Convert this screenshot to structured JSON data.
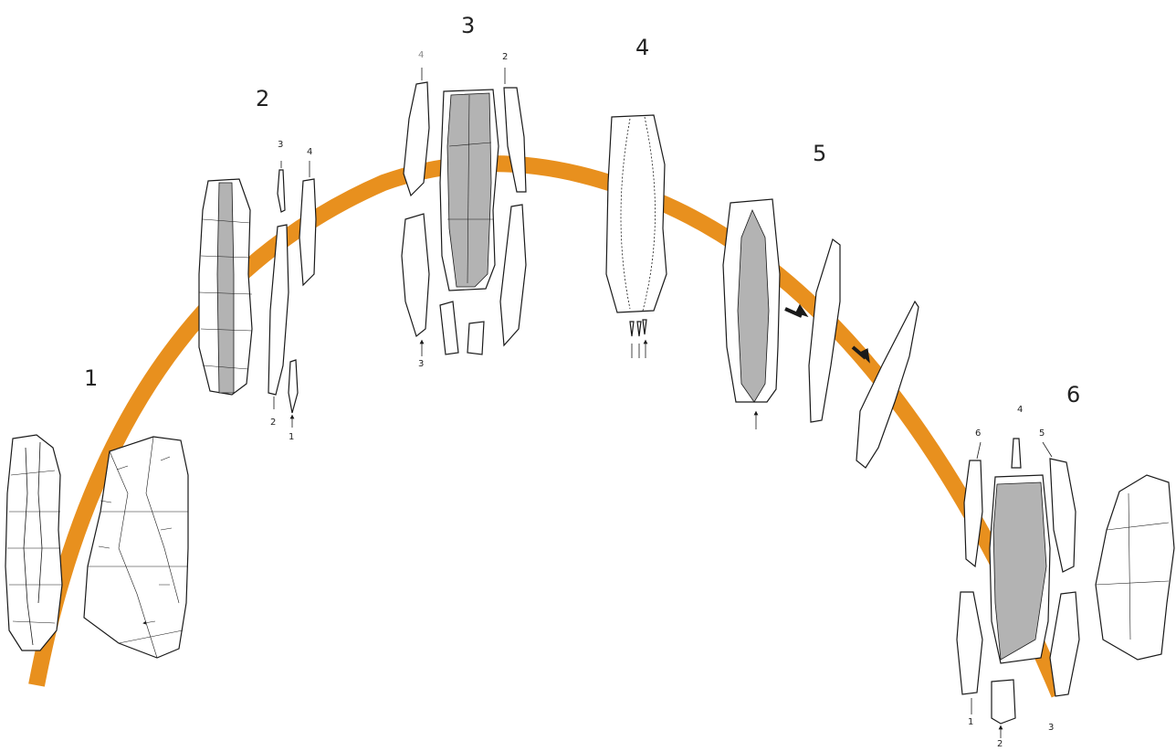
{
  "colors": {
    "arc": "#E8901E",
    "outline": "#1a1a1a",
    "fill": "#ffffff",
    "shade": "#b3b3b3"
  },
  "stages": [
    "1",
    "2",
    "3",
    "4",
    "5",
    "6"
  ],
  "stage2_items": [
    "3",
    "4",
    "2",
    "1"
  ],
  "stage3_items": [
    "4",
    "2",
    "3"
  ],
  "stage6_items": [
    "4",
    "6",
    "5",
    "1",
    "2",
    "3"
  ]
}
